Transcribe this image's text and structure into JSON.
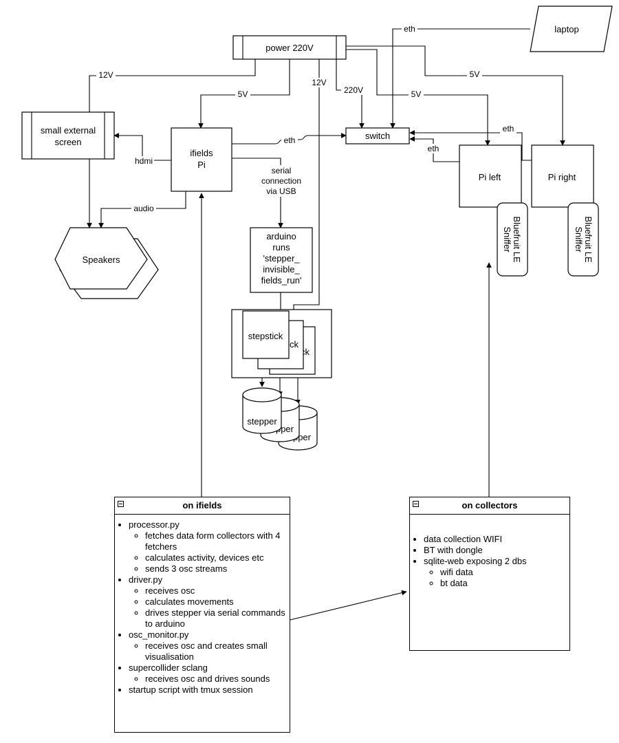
{
  "nodes": {
    "laptop": "laptop",
    "power": "power 220V",
    "external_screen_line1": "small external",
    "external_screen_line2": "screen",
    "ifields_line1": "ifields",
    "ifields_line2": "Pi",
    "switch": "switch",
    "pi_left": "Pi left",
    "pi_right": "Pi right",
    "speakers": "Speakers",
    "sniffer_line1": "Bluefruit LE",
    "sniffer_line2": "Sniffer",
    "arduino_lines": [
      "arduino",
      "runs",
      "'stepper_",
      "invisible_",
      "fields_run'"
    ],
    "stepstick": "stepstick",
    "stepstick_partial_2": "ck",
    "stepstick_partial_3": "ck",
    "stepper": "stepper",
    "stepper_partial_2": "pper",
    "stepper_partial_3": "pper"
  },
  "labels": {
    "eth": "eth",
    "v12": "12V",
    "v5": "5V",
    "v220": "220V",
    "hdmi": "hdmi",
    "audio": "audio",
    "serial_lines": [
      "serial",
      "connection",
      "via USB"
    ]
  },
  "panels": {
    "ifields": {
      "title": "on ifields",
      "items": [
        {
          "text": "processor.py",
          "sub": [
            "fetches data form collectors with 4 fetchers",
            "calculates activity, devices etc",
            "sends 3 osc streams"
          ]
        },
        {
          "text": "driver.py",
          "sub": [
            "receives osc",
            "calculates movements",
            "drives stepper via serial commands to arduino"
          ]
        },
        {
          "text": "osc_monitor.py",
          "sub": [
            "receives osc and creates small visualisation"
          ]
        },
        {
          "text": "supercollider sclang",
          "sub": [
            "receives osc and drives sounds"
          ]
        },
        {
          "text": "startup script with tmux session",
          "sub": []
        }
      ]
    },
    "collectors": {
      "title": "on collectors",
      "items": [
        {
          "text": "data collection WIFI",
          "sub": []
        },
        {
          "text": "BT with dongle",
          "sub": []
        },
        {
          "text": "sqlite-web exposing 2 dbs",
          "sub": [
            "wifi data",
            "bt data"
          ]
        }
      ]
    }
  }
}
